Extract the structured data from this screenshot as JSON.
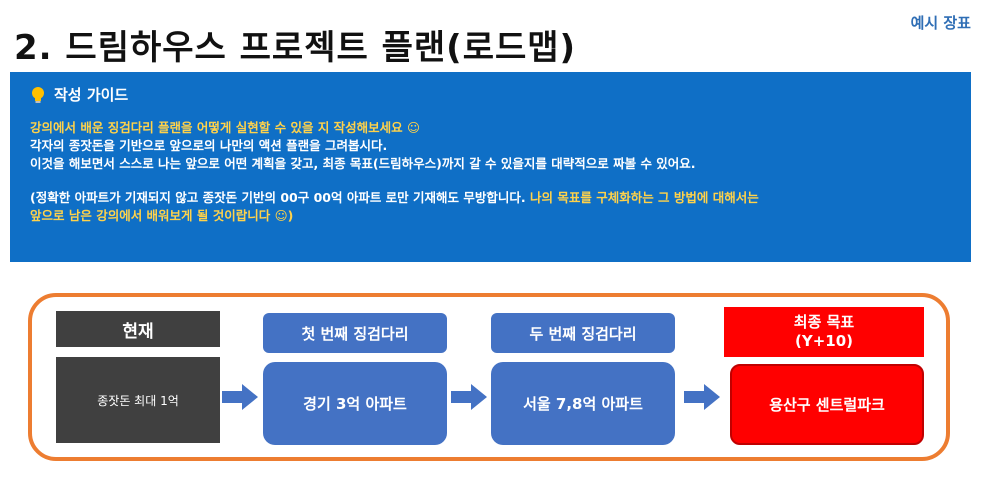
{
  "page": {
    "title": "2. 드림하우스 프로젝트 플랜(로드맵)",
    "sample_tag": "예시 장표"
  },
  "guide": {
    "icon": "lightbulb-icon",
    "title": "작성 가이드",
    "line1": "강의에서 배운 징검다리 플랜을 어떻게 실현할 수 있을 지 작성해보세요 ☺",
    "line2": "각자의 종잣돈을 기반으로 앞으로의 나만의 액션 플랜을 그려봅시다.",
    "line3": "이것을 해보면서 스스로 나는 앞으로 어떤 계획을 갖고, 최종 목표(드림하우스)까지 갈 수 있을지를 대략적으로 짜볼 수 있어요.",
    "line4_white": "(정확한 아파트가 기재되지 않고 종잣돈 기반의 00구 00억 아파트 로만 기재해도 무방합니다. ",
    "line4_yellow": "나의 목표를 구체화하는 그 방법에 대해서는",
    "line5": "앞으로 남은 강의에서 배워보게 될 것이랍니다 ☺)"
  },
  "roadmap": {
    "current_label": "현재",
    "current_value": "종잣돈 최대 1억",
    "step1_label": "첫 번째 징검다리",
    "step1_value": "경기 3억 아파트",
    "step2_label": "두 번째 징검다리",
    "step2_value": "서울 7,8억 아파트",
    "final_label_line1": "최종 목표",
    "final_label_line2": "(Y+10)",
    "final_value": "용산구 센트럴파크"
  },
  "colors": {
    "guide_bg": "#0f6fc6",
    "highlight_text": "#ffd24a",
    "frame_border": "#ed7d31",
    "dark_box": "#404040",
    "blue_box": "#4472c4",
    "final_box": "#ff0000",
    "arrow": "#4472c4"
  }
}
